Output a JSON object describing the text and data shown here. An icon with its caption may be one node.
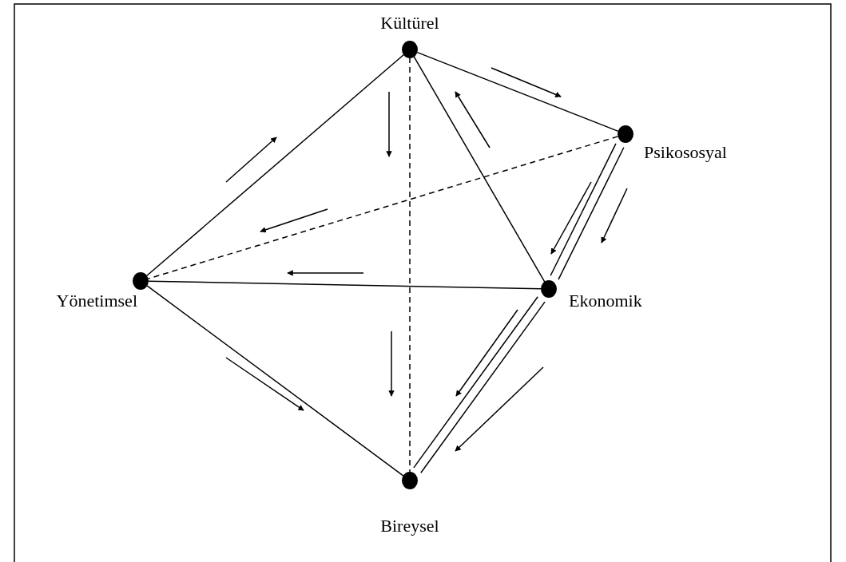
{
  "diagram": {
    "nodes": [
      {
        "text": [
          "Kültürel"
        ]
      },
      {
        "text": [
          "Psikososyal"
        ]
      },
      {
        "text": [
          "Ekonomik"
        ]
      },
      {
        "text": [
          "Yönetimsel"
        ]
      },
      {
        "text": [
          "Bireysel"
        ]
      }
    ],
    "edges": [
      {
        "from": 0,
        "to": 1,
        "arrow": "none"
      },
      {
        "from": 0,
        "to": 2,
        "arrow": "none"
      },
      {
        "from": 0,
        "to": 4,
        "arrow": "none",
        "style": "dashed"
      },
      {
        "from": 0,
        "to": 3,
        "arrow": "none"
      },
      {
        "from": 1,
        "to": 3,
        "arrow": "none",
        "style": "dashed"
      },
      {
        "from": 1,
        "to": 2,
        "arrow": "none"
      },
      {
        "from": 1,
        "to": 2,
        "arrow": "none"
      },
      {
        "from": 3,
        "to": 2,
        "arrow": "none"
      },
      {
        "from": 3,
        "to": 4,
        "arrow": "none"
      },
      {
        "from": 2,
        "to": 4,
        "arrow": "none"
      },
      {
        "from": 2,
        "to": 4,
        "arrow": "none"
      }
    ]
  }
}
